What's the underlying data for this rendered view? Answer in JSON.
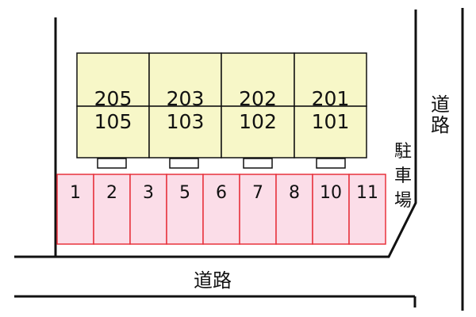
{
  "colors": {
    "building_fill": "#f7f7c8",
    "parking_fill": "#fbdde8",
    "parking_stroke": "#e8323c",
    "line": "#111111"
  },
  "units": [
    {
      "upper": "205",
      "lower": "105"
    },
    {
      "upper": "203",
      "lower": "103"
    },
    {
      "upper": "202",
      "lower": "102"
    },
    {
      "upper": "201",
      "lower": "101"
    }
  ],
  "parking": {
    "label_chars": [
      "駐",
      "車",
      "場"
    ],
    "spaces": [
      "1",
      "2",
      "3",
      "5",
      "6",
      "7",
      "8",
      "10",
      "11"
    ]
  },
  "roads": {
    "right_chars": [
      "道",
      "路"
    ],
    "bottom": "道路"
  }
}
